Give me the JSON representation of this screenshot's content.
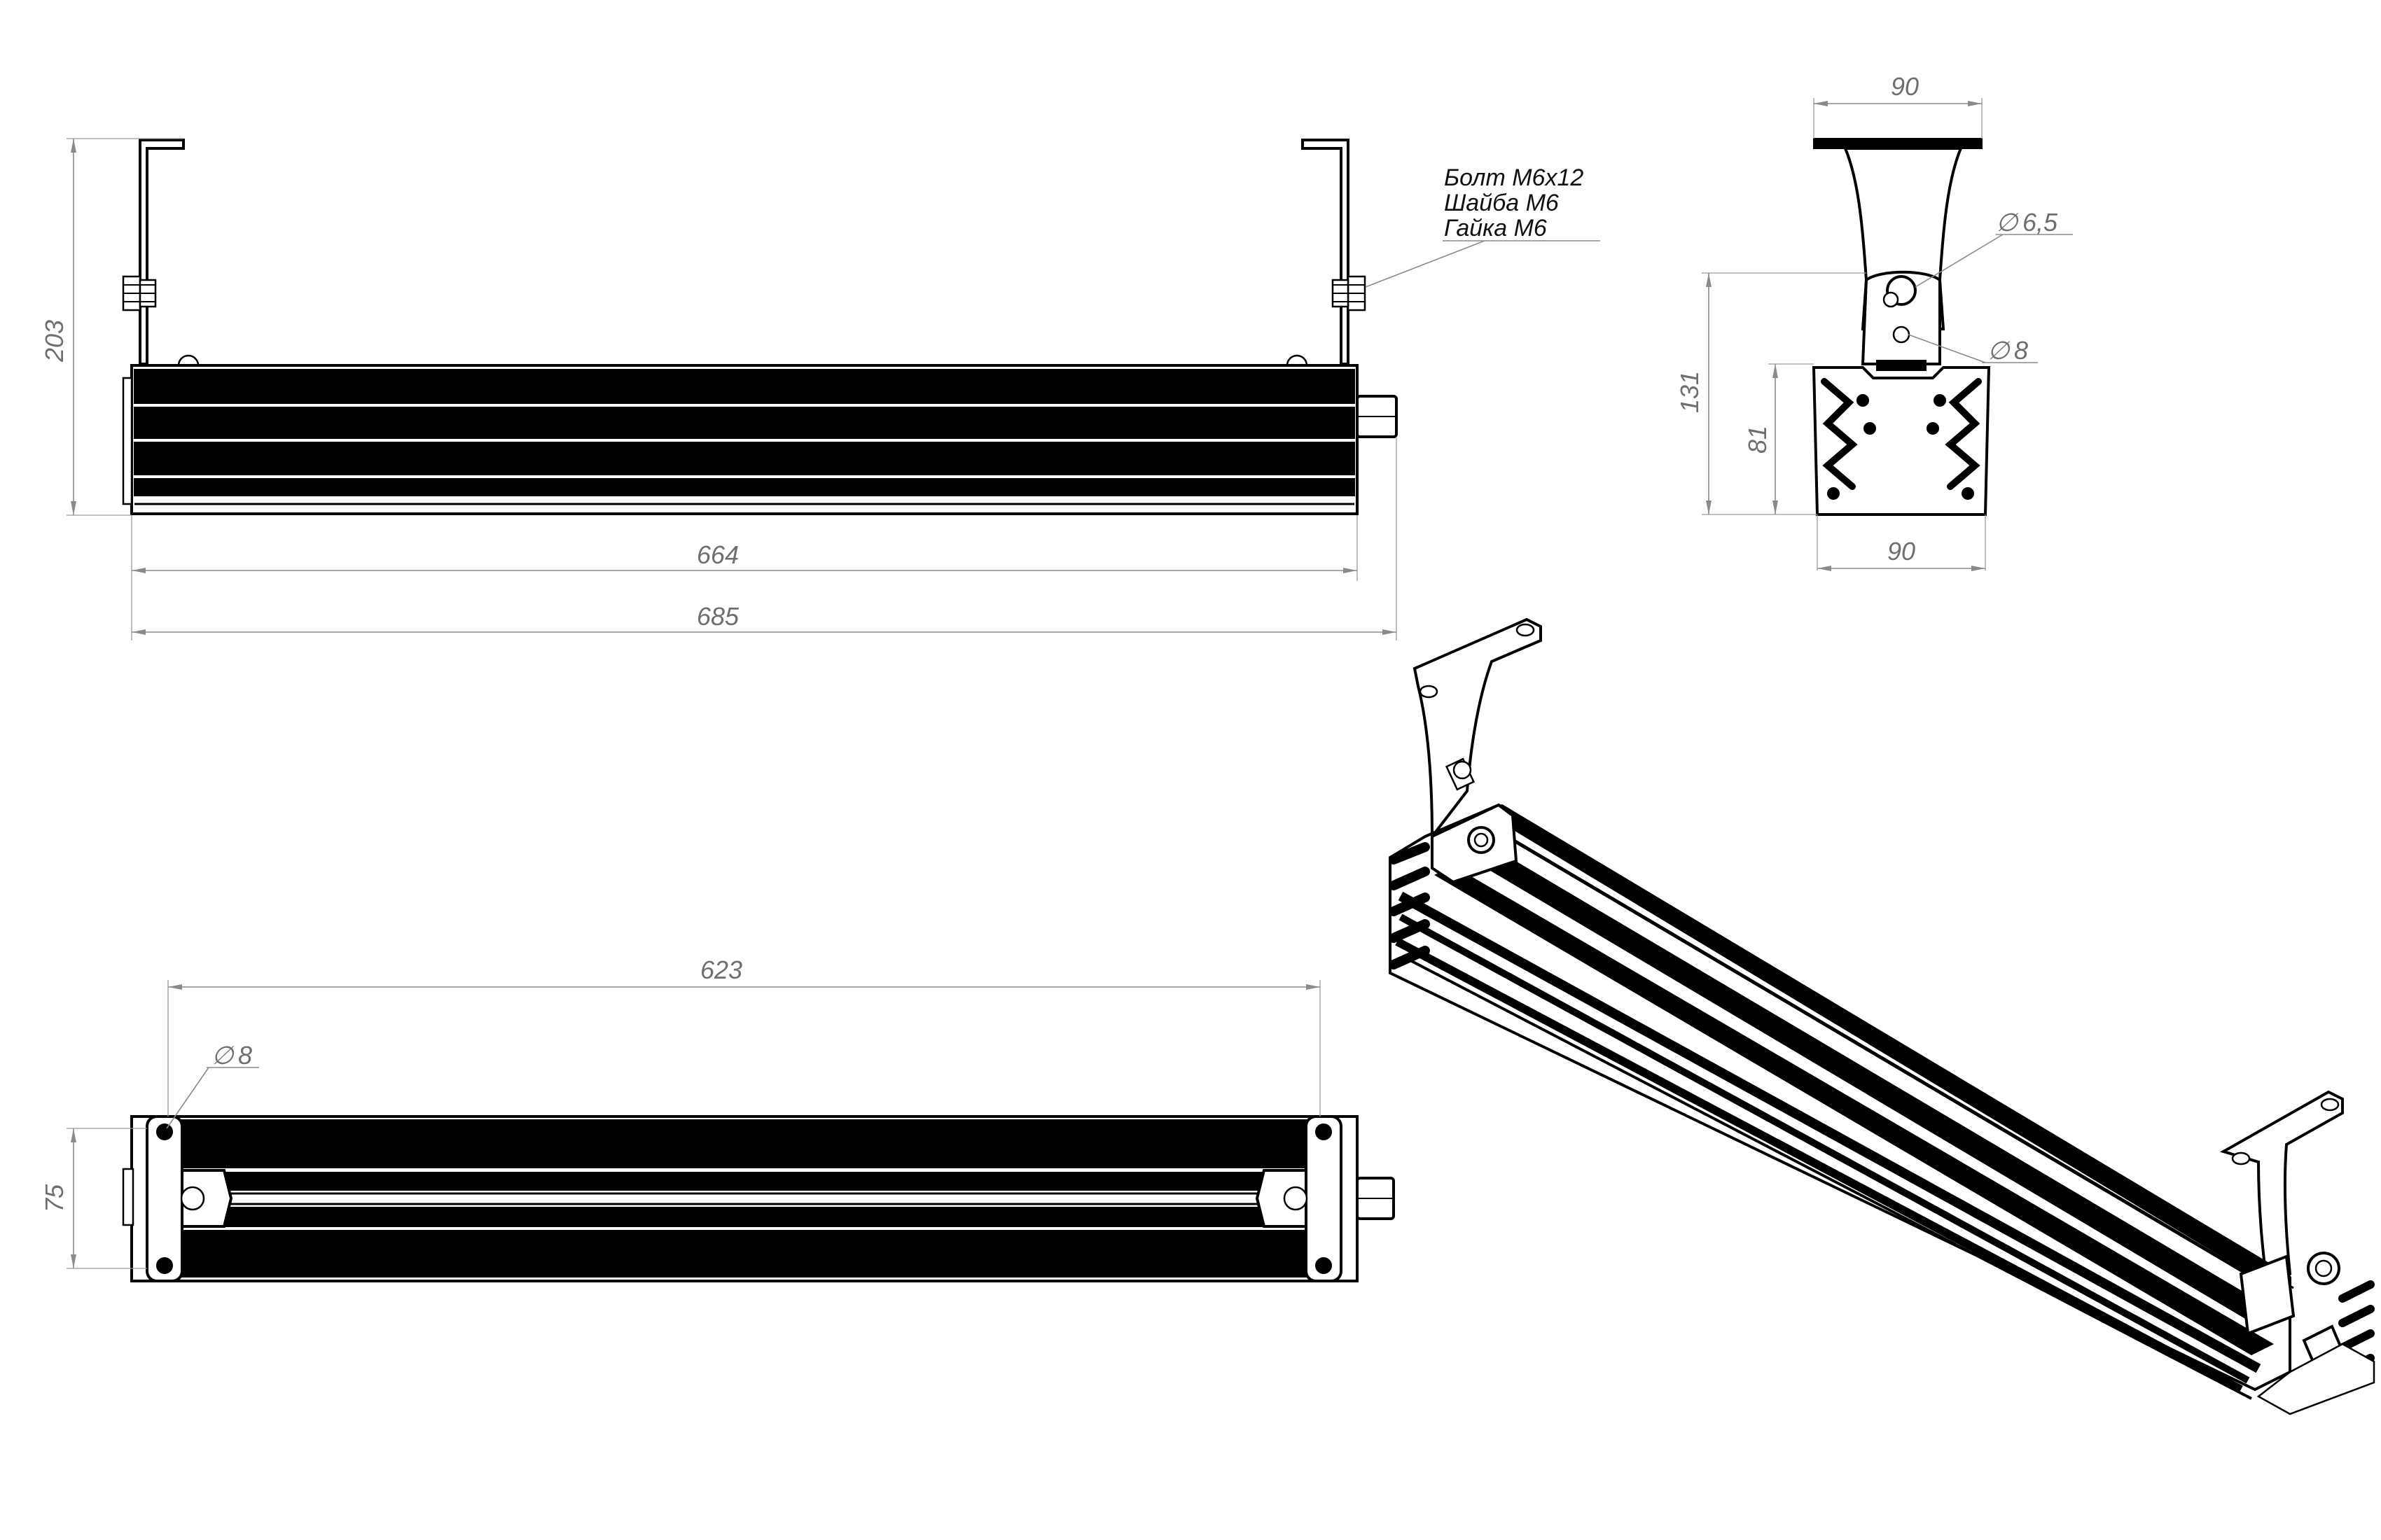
{
  "front_view": {
    "dim_height": "203",
    "dim_length_inner": "664",
    "dim_length_outer": "685",
    "callout": {
      "line1": "Болт М6х12",
      "line2": "Шайба М6",
      "line3": "Гайка М6"
    }
  },
  "end_view": {
    "dim_top_width": "90",
    "dim_bottom_width": "90",
    "dim_height_total": "131",
    "dim_height_body": "81",
    "hole_large": "6,5",
    "hole_small": "8"
  },
  "top_view": {
    "dim_hole_spacing": "623",
    "dim_width": "75",
    "hole_diameter": "8"
  },
  "diameter_symbol": "∅",
  "colors": {
    "outline": "#000000",
    "dimension": "#8a8a8a",
    "dimension_text": "#6f6f6f"
  }
}
